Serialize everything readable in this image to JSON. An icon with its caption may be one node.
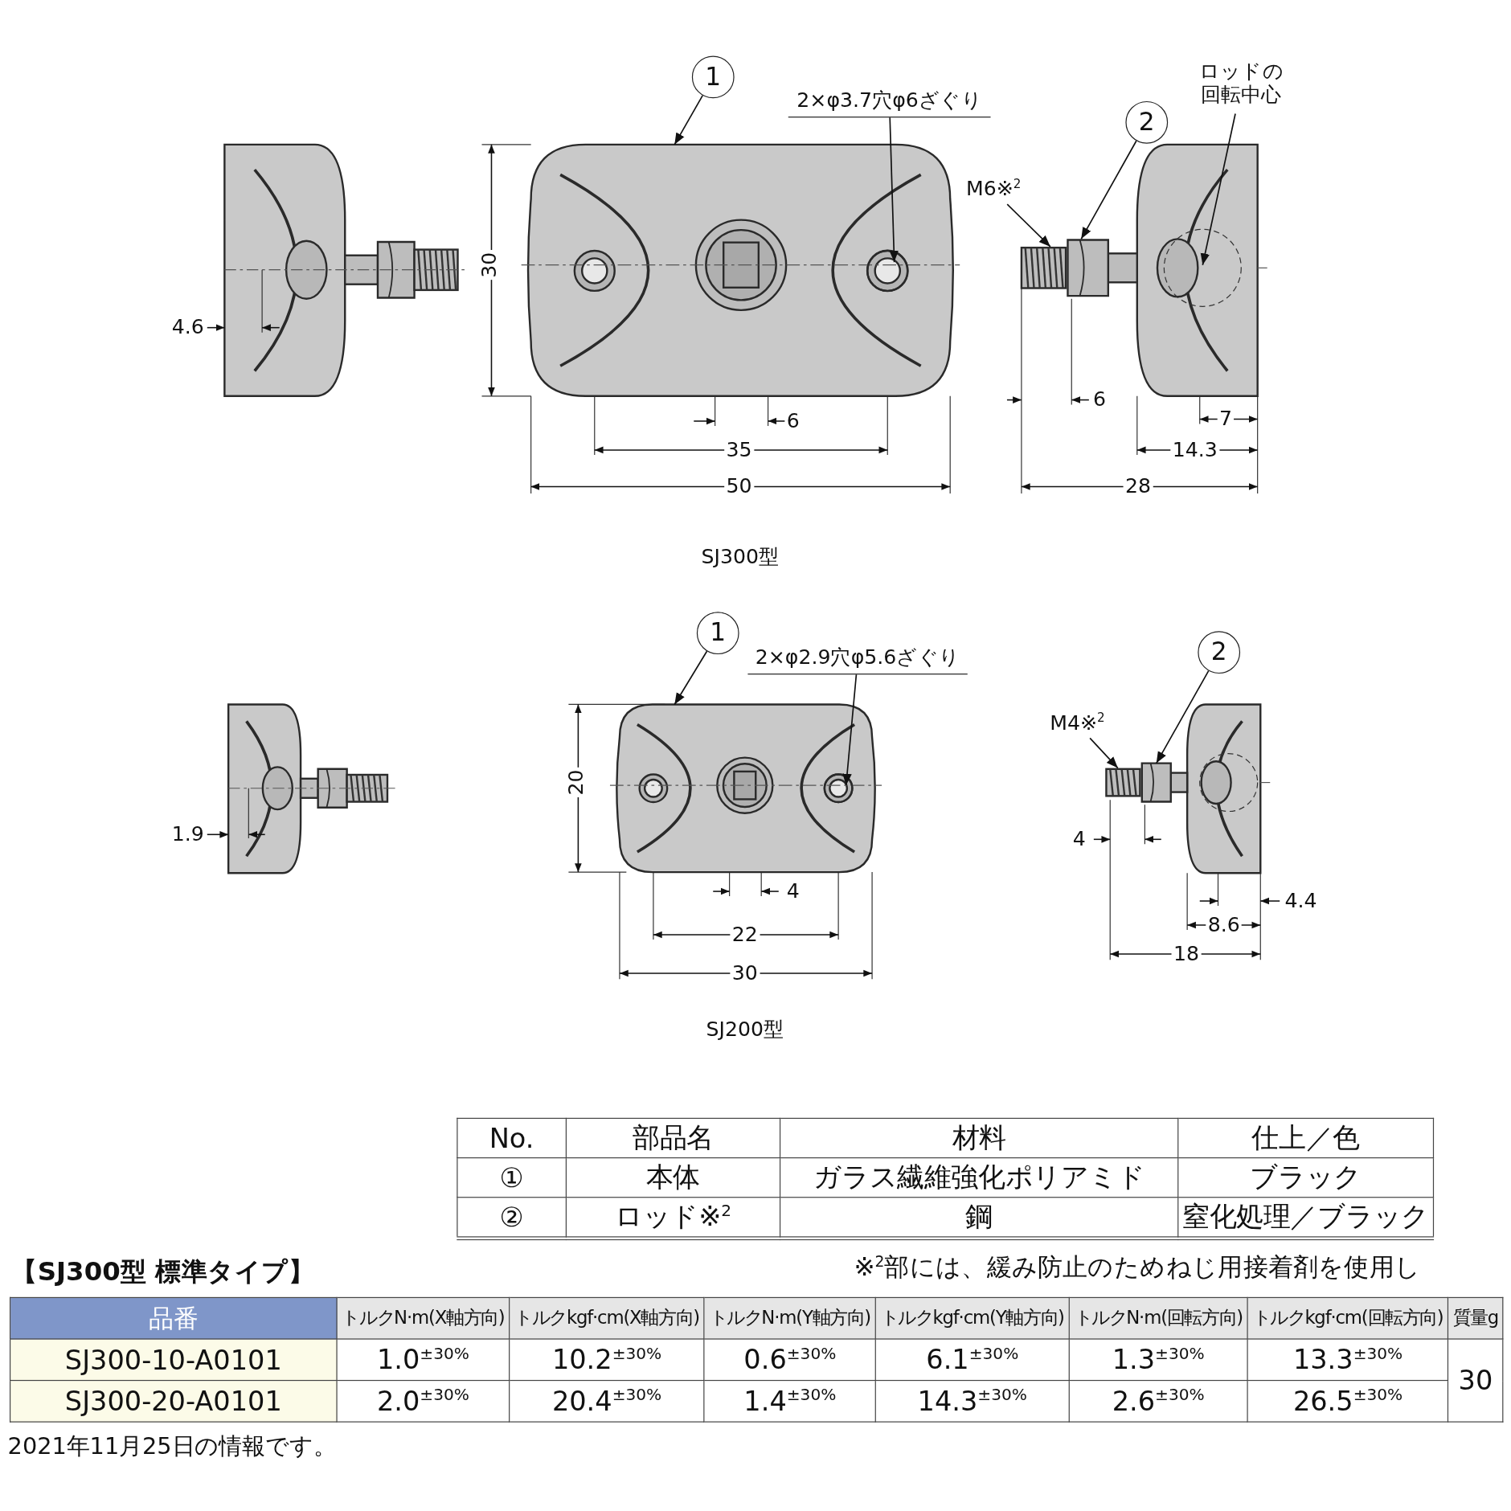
{
  "diagram": {
    "nodes": [
      {
        "text": [
          "1"
        ]
      },
      {
        "text": [
          "2×φ3.7穴φ6ざぐり"
        ]
      },
      {
        "text": [
          "ロッドの回転中心"
        ]
      },
      {
        "text": [
          "2"
        ]
      },
      {
        "text": [
          "M6※$^{2}$"
        ]
      },
      {
        "text": [
          "1"
        ]
      },
      {
        "text": [
          "2×φ2.9穴φ5.6ざぐり"
        ]
      },
      {
        "text": [
          "2"
        ]
      },
      {
        "text": [
          "M4※$^{2}$"
        ]
      },
      {
        "text": [],
        "shape": "picture"
      },
      {
        "text": [],
        "shape": "circle",
        "in": 9
      },
      {
        "text": [],
        "shape": "picture"
      },
      {
        "text": [],
        "shape": "picture"
      },
      {
        "text": [],
        "shape": "circle",
        "in": 12
      },
      {
        "text": [],
        "shape": "picture"
      }
    ],
    "edges": [
      {
        "from": 0,
        "to": 9,
        "arrow": "to"
      },
      {
        "from": 1,
        "to": 10,
        "arrow": "to"
      },
      {
        "from": 2,
        "to": 11,
        "arrow": "to"
      },
      {
        "from": 3,
        "to": 11,
        "arrow": "to"
      },
      {
        "from": 4,
        "to": 11,
        "arrow": "to"
      },
      {
        "from": 5,
        "to": 12,
        "arrow": "to"
      },
      {
        "from": 6,
        "to": 13,
        "arrow": "to"
      },
      {
        "from": 7,
        "to": 14,
        "arrow": "to"
      },
      {
        "from": 8,
        "to": 14,
        "arrow": "to"
      }
    ],
    "labels": [
      "30",
      "4.6",
      "6",
      "6",
      "7",
      "35",
      "14.3",
      "50",
      "28",
      "SJ300型",
      "20",
      "1.9",
      "4",
      "4",
      "4.4",
      "8.6",
      "22",
      "18",
      "30",
      "SJ200型",
      "No.",
      "部品名",
      "材料",
      "仕上／色",
      "①",
      "本体",
      "ガラス繊維強化ポリアミド",
      "ブラック",
      "②",
      "ロッド※$^{2}$",
      "鋼",
      "窒化処理／ブラック",
      "【SJ300型 標準タイプ】",
      "※$^{2}$部には、緩み防止のためねじ用接着剤を使用し",
      "品番",
      "トルクN·m(X軸方向)",
      "トルクkgf·cm(X軸方向)",
      "トルクN·m(Y軸方向)",
      "トルクkgf·cm(Y軸方向)",
      "トルクN·m(回転方向)",
      "トルクkgf·cm(回転方向)",
      "質量g",
      "SJ300-10-A0101",
      "1.0$^{±30%}$",
      "10.2$^{±30%}$",
      "0.6$^{±30%}$",
      "6.1$^{±30%}$",
      "1.3$^{±30%}$",
      "13.3$^{±30%}$",
      "30",
      "SJ300-20-A0101",
      "2.0$^{±30%}$",
      "20.4$^{±30%}$",
      "1.4$^{±30%}$",
      "14.3$^{±30%}$",
      "2.6$^{±30%}$",
      "26.5$^{±30%}$",
      "2021年11月25日の情報です。"
    ]
  }
}
